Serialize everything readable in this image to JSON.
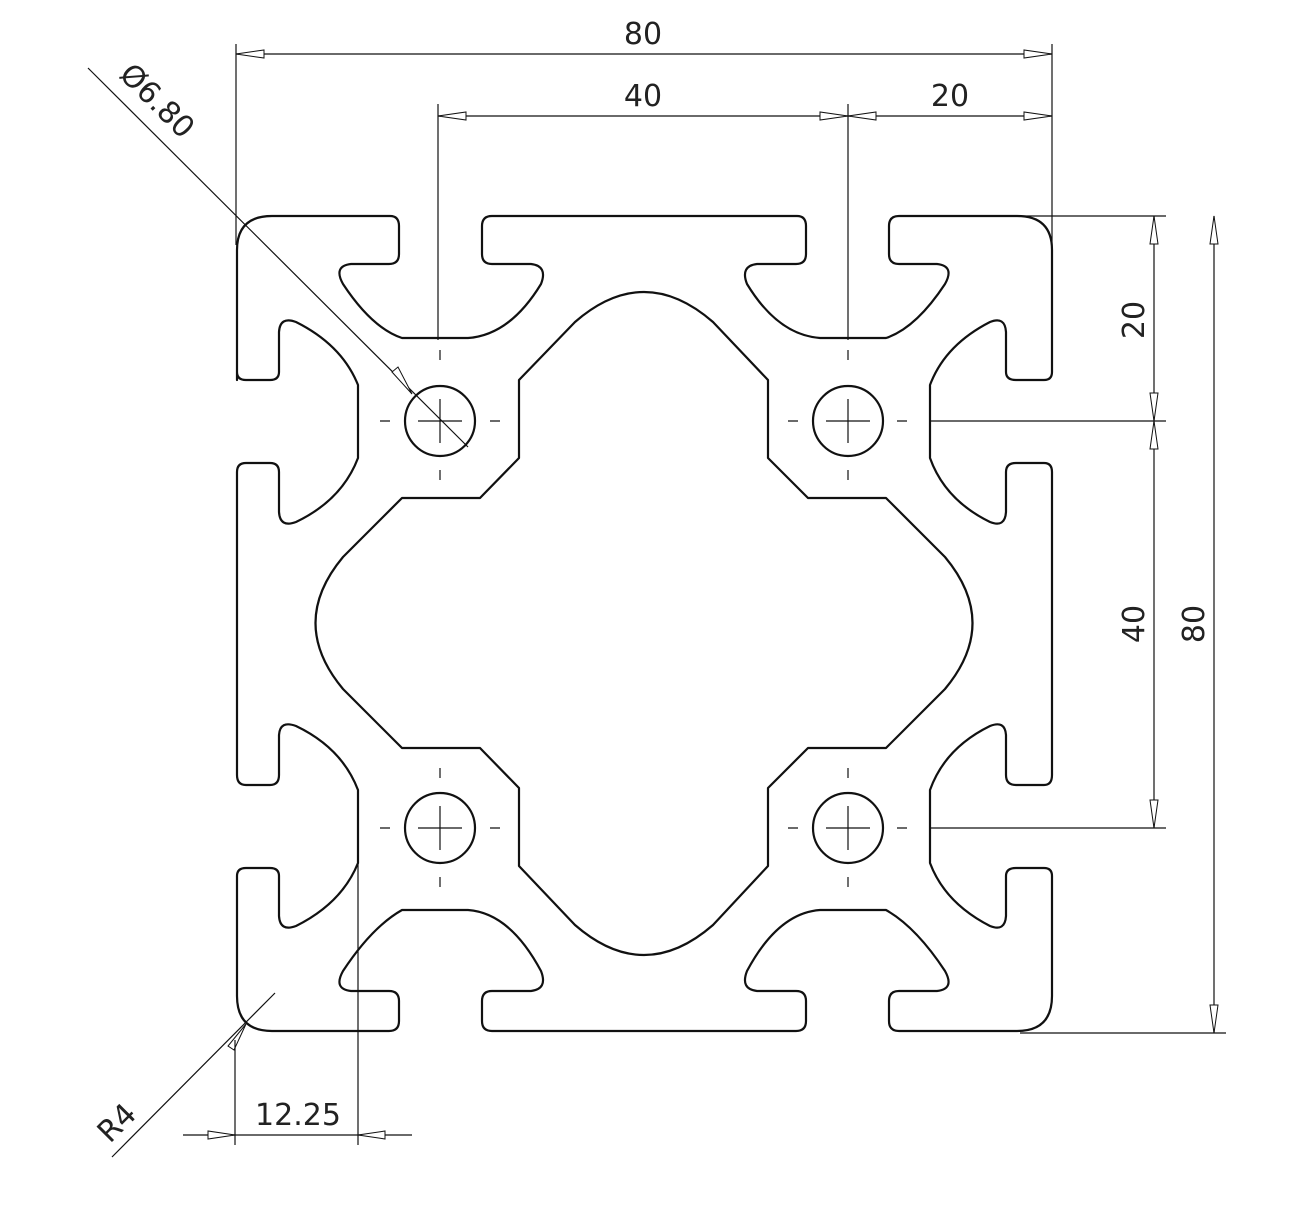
{
  "drawing": {
    "title": "80x80 aluminium T-slot extrusion profile cross-section",
    "line_color": "#111111",
    "background": "#ffffff",
    "units": "mm",
    "dimensions": {
      "overall_width": {
        "label": "80",
        "value": 80
      },
      "hole_pitch_horizontal": {
        "label": "40",
        "value": 40
      },
      "hole_offset_horizontal": {
        "label": "20",
        "value": 20
      },
      "hole_offset_vertical": {
        "label": "20",
        "value": 20
      },
      "hole_pitch_vertical": {
        "label": "40",
        "value": 40
      },
      "overall_height": {
        "label": "80",
        "value": 80
      },
      "hole_diameter": {
        "label": "Ø6.80",
        "value": 6.8
      },
      "corner_radius": {
        "label": "R4",
        "value": 4
      },
      "slot_offset": {
        "label": "12.25",
        "value": 12.25
      }
    },
    "features": {
      "holes": 4,
      "t_slots": 8,
      "center_cavity": 1
    }
  }
}
